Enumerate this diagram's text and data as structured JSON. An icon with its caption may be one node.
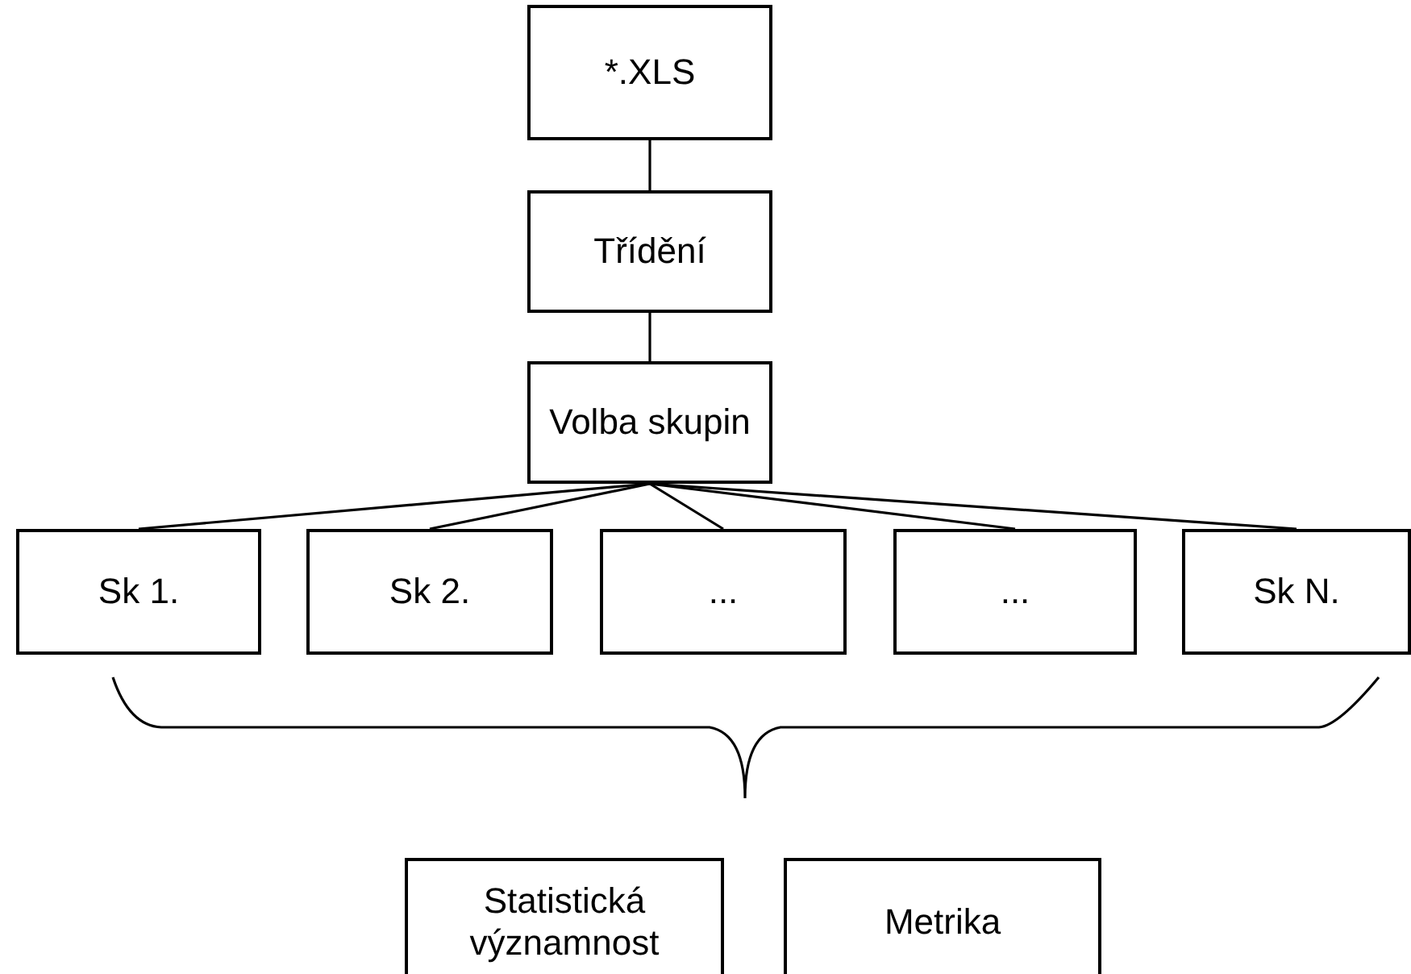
{
  "diagram": {
    "nodes": [
      {
        "text": [
          "*.XLS"
        ]
      },
      {
        "text": [
          "Třídění"
        ]
      },
      {
        "text": [
          "Volba skupin"
        ]
      },
      {
        "text": [
          "Sk 1."
        ]
      },
      {
        "text": [
          "Sk 2."
        ]
      },
      {
        "text": [
          "..."
        ]
      },
      {
        "text": [
          "..."
        ]
      },
      {
        "text": [
          "Sk N."
        ]
      },
      {
        "text": [
          "Statistická významnost"
        ]
      },
      {
        "text": [
          "Metrika"
        ]
      }
    ],
    "edges": [
      {
        "from": 0,
        "to": 1,
        "arrow": "none"
      },
      {
        "from": 1,
        "to": 2,
        "arrow": "none"
      },
      {
        "from": 2,
        "to": 3,
        "arrow": "none"
      },
      {
        "from": 2,
        "to": 4,
        "arrow": "none"
      },
      {
        "from": 2,
        "to": 5,
        "arrow": "none"
      },
      {
        "from": 2,
        "to": 6,
        "arrow": "none"
      },
      {
        "from": 2,
        "to": 7,
        "arrow": "none"
      }
    ]
  }
}
